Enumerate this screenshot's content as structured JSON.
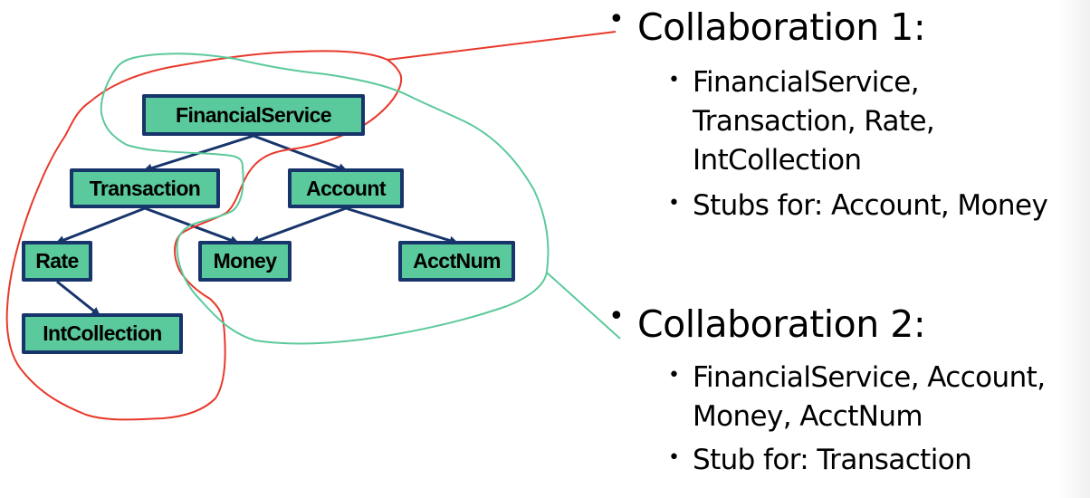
{
  "diagram": {
    "nodes": [
      {
        "id": "financialservice",
        "label": "FinancialService"
      },
      {
        "id": "transaction",
        "label": "Transaction"
      },
      {
        "id": "account",
        "label": "Account"
      },
      {
        "id": "rate",
        "label": "Rate"
      },
      {
        "id": "money",
        "label": "Money"
      },
      {
        "id": "acctnum",
        "label": "AcctNum"
      },
      {
        "id": "intcollection",
        "label": "IntCollection"
      }
    ],
    "edges": [
      {
        "from": "FinancialService",
        "to": "Transaction"
      },
      {
        "from": "FinancialService",
        "to": "Account"
      },
      {
        "from": "Transaction",
        "to": "Rate"
      },
      {
        "from": "Transaction",
        "to": "Money"
      },
      {
        "from": "Account",
        "to": "Money"
      },
      {
        "from": "Account",
        "to": "AcctNum"
      },
      {
        "from": "Rate",
        "to": "IntCollection"
      }
    ],
    "annotations": [
      {
        "name": "collaboration-1-loop",
        "color": "#e8392b",
        "links_to": "Collaboration 1"
      },
      {
        "name": "collaboration-2-loop",
        "color": "#5cc99b",
        "links_to": "Collaboration 2"
      }
    ],
    "colors": {
      "node_fill": "#5ac99b",
      "node_border": "#17346b",
      "edge": "#17346b"
    }
  },
  "bullets": {
    "collab1": {
      "title": "Collaboration 1:",
      "items": [
        {
          "lines": [
            "FinancialService,",
            "Transaction, Rate,",
            "IntCollection"
          ]
        },
        {
          "lines": [
            "Stubs for: Account, Money"
          ]
        }
      ]
    },
    "collab2": {
      "title": "Collaboration 2:",
      "items": [
        {
          "lines": [
            "FinancialService, Account,",
            "Money, AcctNum"
          ]
        },
        {
          "lines": [
            "Stub for: Transaction"
          ]
        }
      ]
    }
  }
}
